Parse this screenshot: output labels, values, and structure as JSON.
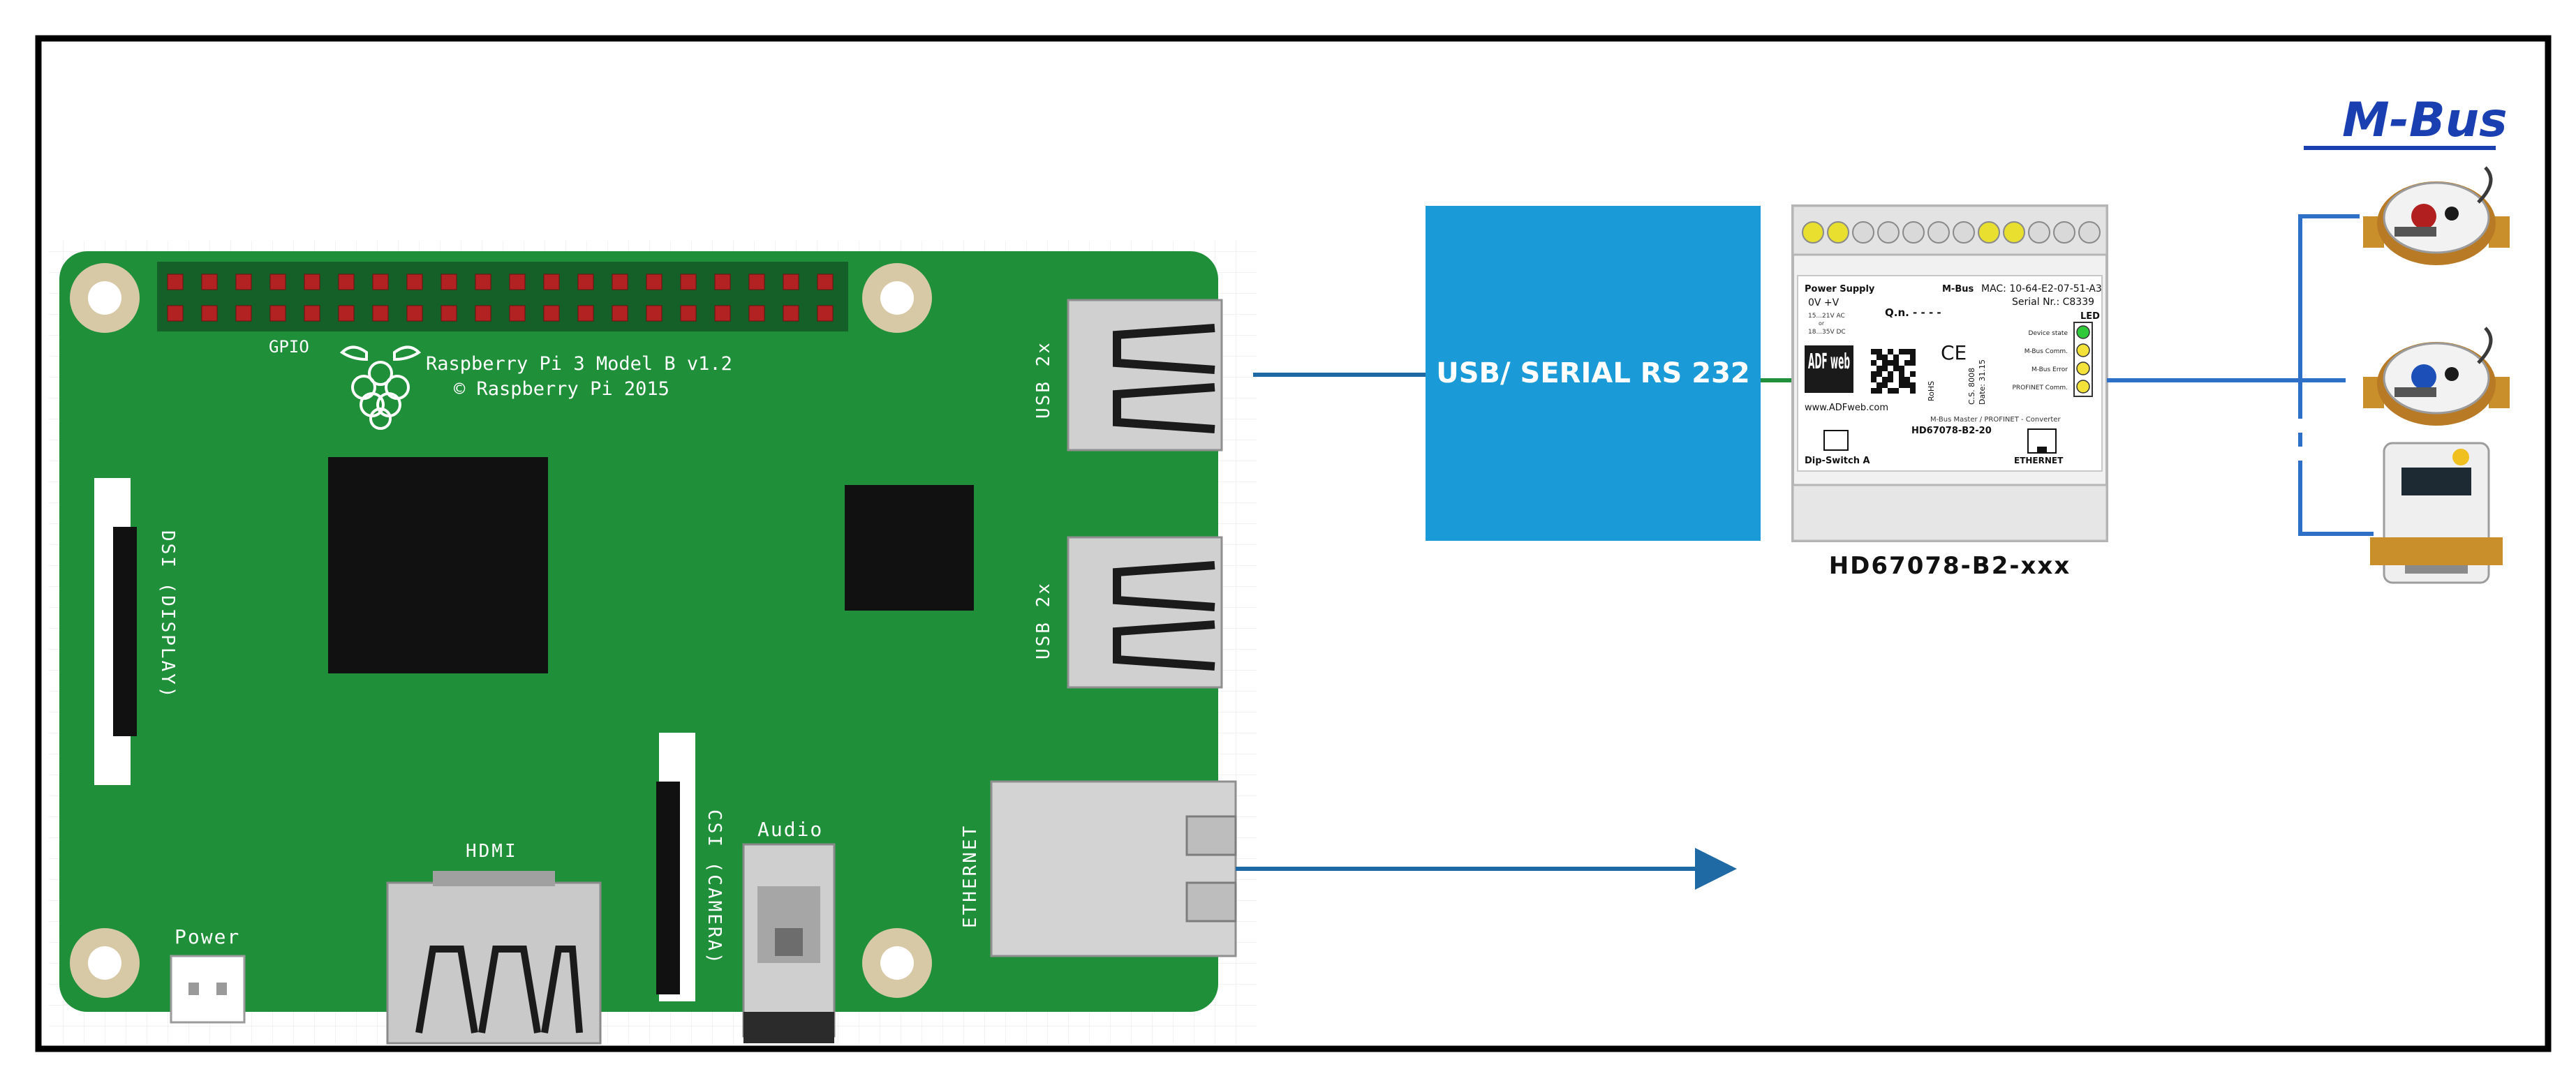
{
  "raspberry_pi": {
    "model": "Raspberry Pi 3 Model B v1.2",
    "copyright": "© Raspberry Pi 2015",
    "gpio_label": "GPIO",
    "dsi_label": "DSI (DISPLAY)",
    "csi_label": "CSI (CAMERA)",
    "hdmi_label": "HDMI",
    "audio_label": "Audio",
    "power_label": "Power",
    "usb_top_label": "USB 2x",
    "usb_bottom_label": "USB 2x",
    "ethernet_label": "ETHERNET",
    "colors": {
      "board": "#1f8f3a",
      "hole": "#d8c9a6",
      "chip": "#111111",
      "pin": "#b22222"
    }
  },
  "converter": {
    "label": "USB/ SERIAL RS 232",
    "color": "#1a9ad6"
  },
  "device": {
    "name": "HD67078-B2-xxx",
    "power_supply_label": "Power Supply",
    "voltage_labels": "0V  +V",
    "supply_spec_1": "15...21V AC",
    "supply_spec_or": "or",
    "supply_spec_2": "18...35V DC",
    "mbus_label": "M-Bus",
    "mac": "MAC: 10-64-E2-07-51-A3",
    "serial": "Serial Nr.: C8339",
    "qn": "Q.n.  - - - -",
    "led_label": "LED",
    "led_items": [
      "Device state",
      "M-Bus Comm.",
      "M-Bus Error",
      "PROFINET Comm."
    ],
    "brand": "ADF web",
    "website": "www.ADFweb.com",
    "description": "M-Bus Master / PROFINET - Converter",
    "model_code": "HD67078-B2-20",
    "dip_label": "Dip-Switch A",
    "ethernet_label": "ETHERNET",
    "ce_label": "CE",
    "weee_label": "RoHS",
    "cs_label": "C.S. 8008",
    "date_label": "Date: 31.15",
    "top_led_colors": [
      "yellow",
      "yellow",
      "gray",
      "gray",
      "gray",
      "gray",
      "gray",
      "yellow",
      "yellow",
      "gray",
      "gray",
      "gray"
    ]
  },
  "mbus": {
    "logo": "M-Bus",
    "logo_color": "#1a3fb0",
    "line_color": "#2e6fc8"
  },
  "connections": {
    "arrow_color": "#1f6aa5",
    "link_color": "#1f8f3a"
  }
}
